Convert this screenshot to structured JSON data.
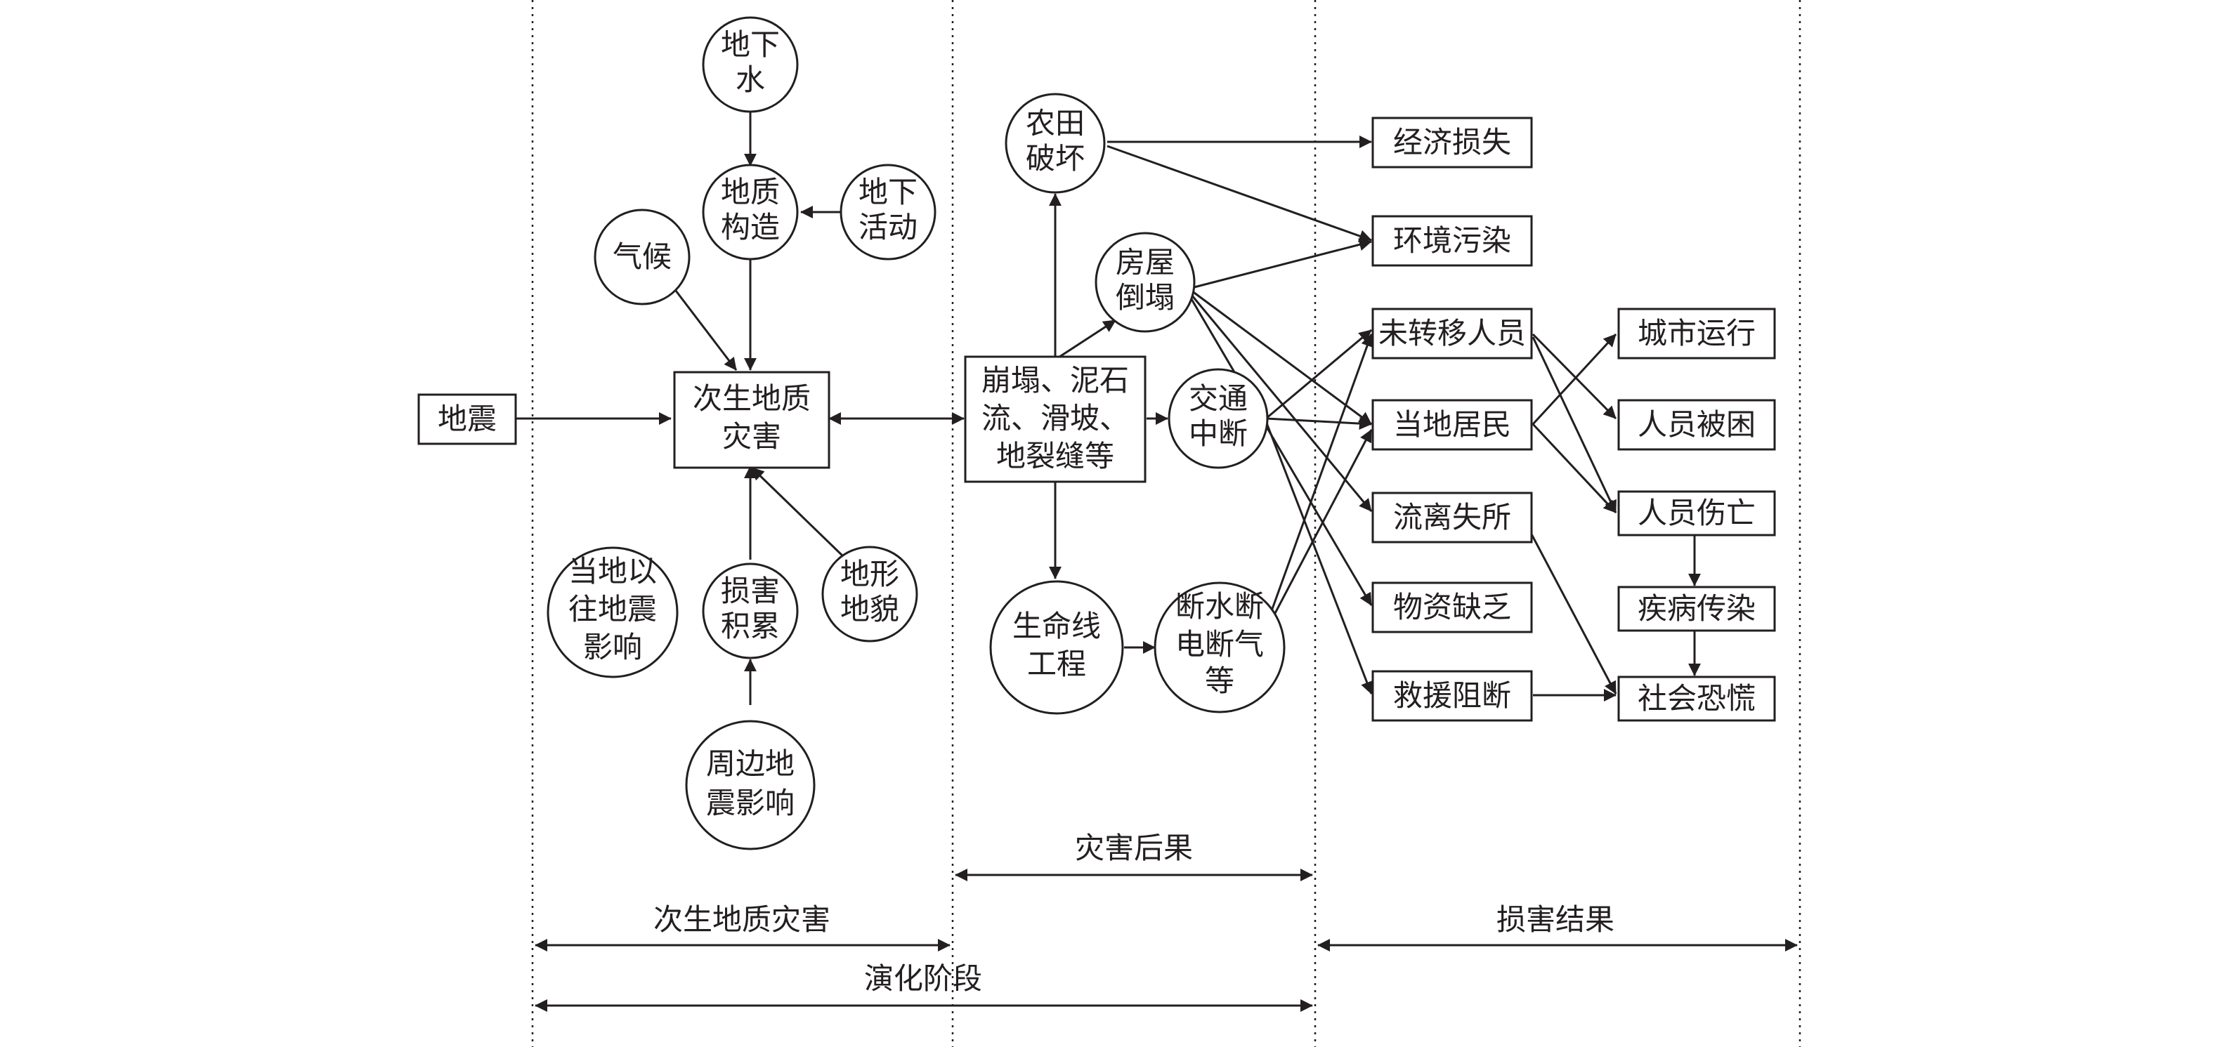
{
  "nodes": {
    "dixiashui": "地下|水",
    "dizhigouzao": "地质|构造",
    "dixiahuodong": "地下|活动",
    "qihou": "气候",
    "dizhen": "地震",
    "cishengzaihai": "次生地质|灾害",
    "dangdiyiwang": "当地以|往地震|影响",
    "sunhaijilei": "损害|积累",
    "dixingdimao": "地形|地貌",
    "zhoubiandizhen": "周边地|震影响",
    "bengta": "崩塌、泥石|流、滑坡、|地裂缝等",
    "nongtian": "农田|破坏",
    "fangwu": "房屋|倒塌",
    "jiaotong": "交通|中断",
    "shengmingxian": "生命线|工程",
    "duanshui": "断水断|电断气|等",
    "jingjisunshi": "经济损失",
    "huanjingwuran": "环境污染",
    "weizhuanyi": "未转移人员",
    "dangdijumin": "当地居民",
    "liulishisuo": "流离失所",
    "wuziquefa": "物资缺乏",
    "jiuyuanzuduan": "救援阻断",
    "chengshiyunxing": "城市运行",
    "renyuanbeikun": "人员被困",
    "renyuanshangwang": "人员伤亡",
    "jibingchuanran": "疾病传染",
    "shehuikonghuang": "社会恐慌"
  },
  "spans": {
    "zaihaihouguo": "灾害后果",
    "cishengzaihai_stage": "次生地质灾害",
    "sunhaijieguo": "损害结果",
    "yanhuajieduan": "演化阶段"
  }
}
